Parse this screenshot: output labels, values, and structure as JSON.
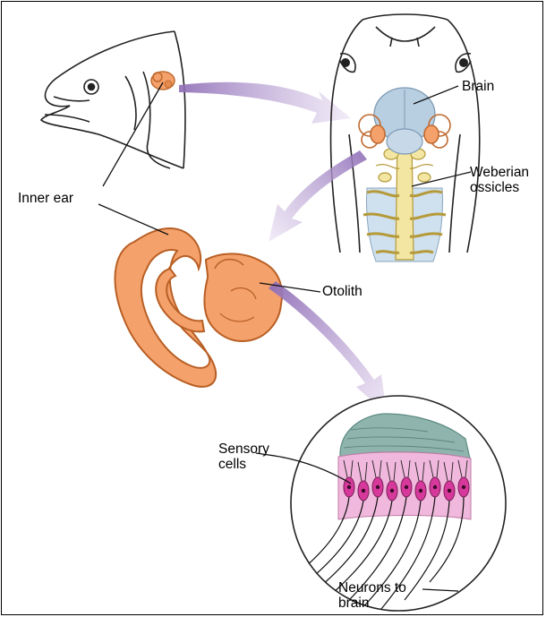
{
  "labels": {
    "inner_ear": "Inner ear",
    "brain": "Brain",
    "weberian": "Weberian\nossicles",
    "otolith": "Otolith",
    "sensory": "Sensory\ncells",
    "neurons": "Neurons to\nbrain"
  },
  "colors": {
    "ear_orange": "#f4a16b",
    "ear_stroke": "#c06a30",
    "brain_blue": "#b8cfe2",
    "ossicle_yellow": "#f3e6a2",
    "arrow_purple": "#a98dc4",
    "otolith_teal": "#8fb4ad",
    "sensory_pink": "#f0b8dc",
    "cell_magenta": "#d6399b"
  }
}
